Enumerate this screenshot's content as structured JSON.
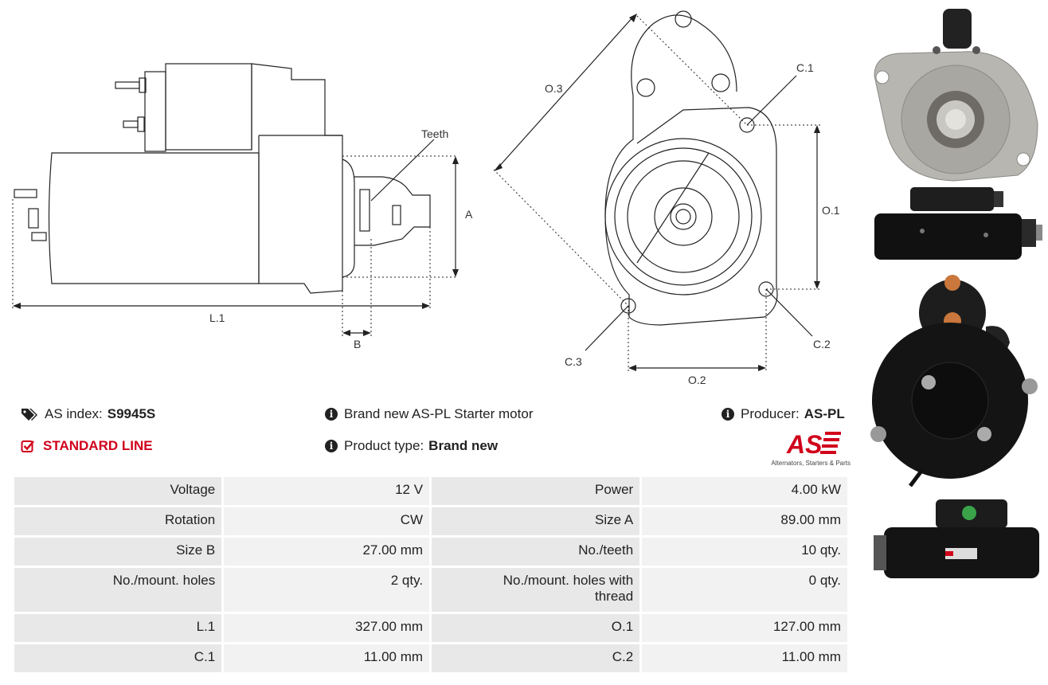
{
  "drawings": {
    "side_labels": {
      "teeth": "Teeth",
      "a": "A",
      "b": "B",
      "l1": "L.1"
    },
    "front_labels": {
      "o3": "O.3",
      "c1": "C.1",
      "o1": "O.1",
      "c2": "C.2",
      "c3": "C.3",
      "o2": "O.2"
    }
  },
  "info": {
    "index_label": "AS index:",
    "index_value": "S9945S",
    "line_label": "STANDARD LINE",
    "description": "Brand new AS-PL Starter motor",
    "product_type_label": "Product type:",
    "product_type_value": "Brand new",
    "producer_label": "Producer:",
    "producer_value": "AS-PL",
    "logo_text": "AS",
    "logo_tagline": "Alternators, Starters & Parts"
  },
  "specs": [
    {
      "l1": "Voltage",
      "v1": "12 V",
      "l2": "Power",
      "v2": "4.00 kW"
    },
    {
      "l1": "Rotation",
      "v1": "CW",
      "l2": "Size A",
      "v2": "89.00 mm"
    },
    {
      "l1": "Size B",
      "v1": "27.00 mm",
      "l2": "No./teeth",
      "v2": "10 qty."
    },
    {
      "l1": "No./mount. holes",
      "v1": "2 qty.",
      "l2": "No./mount. holes with thread",
      "v2": "0 qty."
    },
    {
      "l1": "L.1",
      "v1": "327.00 mm",
      "l2": "O.1",
      "v2": "127.00 mm"
    },
    {
      "l1": "C.1",
      "v1": "11.00 mm",
      "l2": "C.2",
      "v2": "11.00 mm"
    }
  ],
  "icons": [
    "tags-icon",
    "check-square-icon",
    "info-icon"
  ],
  "colors": {
    "accent_red": "#d0021b",
    "table_bg": "#f2f2f2",
    "label_bg": "#e8e8e8"
  }
}
